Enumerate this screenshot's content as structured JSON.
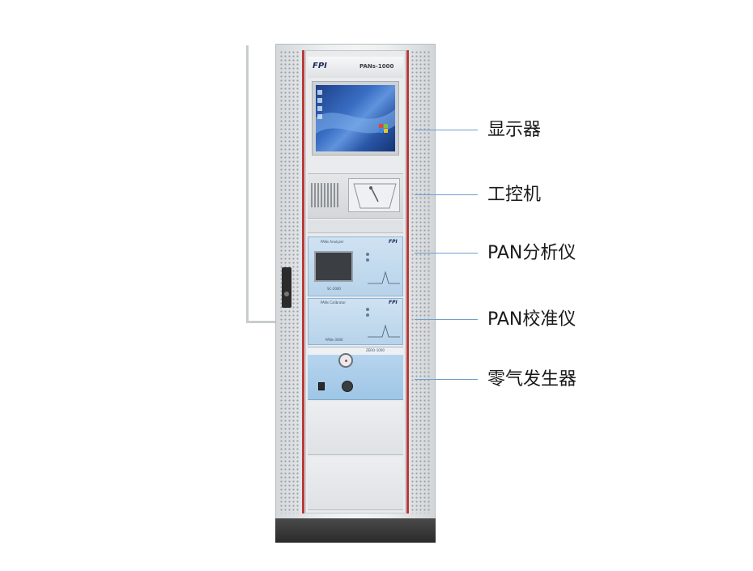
{
  "cabinet": {
    "brand_logo": "FPI",
    "model_label": "PANs-1000",
    "analyzer_panel_title": "PANs Analyzer",
    "analyzer_model": "SC-2000",
    "calibrator_panel_title": "PANs Calibrator",
    "calibrator_model": "PANs-3000",
    "zero_air_model": "ZERO-1000"
  },
  "callouts": [
    {
      "label": "显示器"
    },
    {
      "label": "工控机"
    },
    {
      "label": "PAN分析仪"
    },
    {
      "label": "PAN校准仪"
    },
    {
      "label": "零气发生器"
    }
  ],
  "colors": {
    "callout_line": "#6f9fd0",
    "cabinet_frame": "#e4e6e8",
    "door_edge": "#b83a3a",
    "instrument_blue": "#b7d3ea",
    "zero_air_blue": "#9fc6e6",
    "base": "#3a3a3a"
  }
}
